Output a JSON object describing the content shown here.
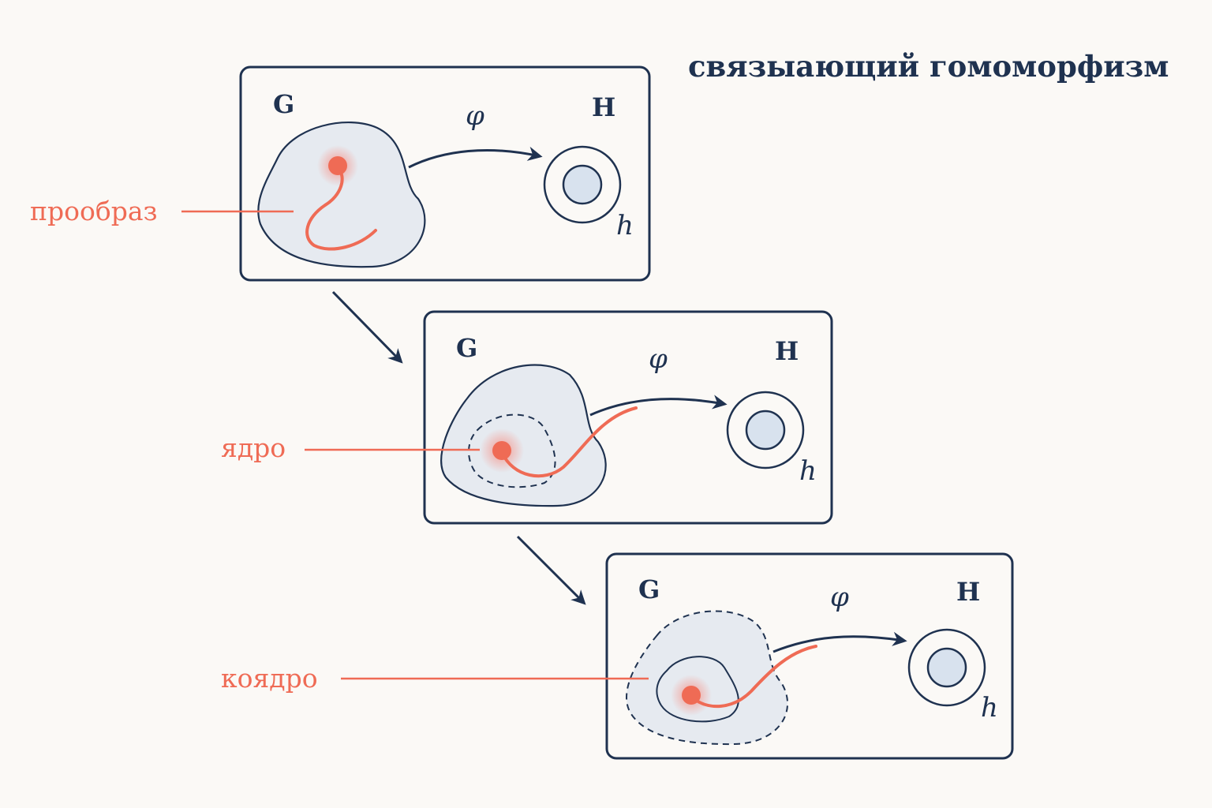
{
  "title": "связыающий гомоморфизм",
  "labels": {
    "preimage": "прообраз",
    "kernel": "ядро",
    "cokernel": "коядро"
  },
  "panels": [
    {
      "domain": "G",
      "map": "φ",
      "codomain": "H",
      "element": "h"
    },
    {
      "domain": "G",
      "map": "φ",
      "codomain": "H",
      "element": "h"
    },
    {
      "domain": "G",
      "map": "φ",
      "codomain": "H",
      "element": "h"
    }
  ],
  "colors": {
    "ink": "#1f3250",
    "accent": "#ef6b55",
    "blob_fill": "#e6eaf0",
    "dot_fill": "#d8e2ee",
    "background": "#fbf9f6"
  }
}
